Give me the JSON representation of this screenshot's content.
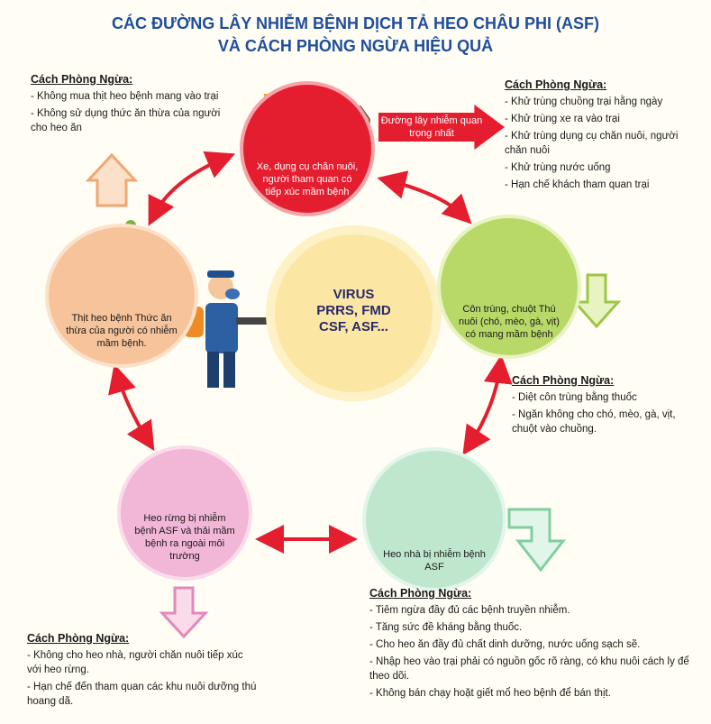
{
  "title": {
    "line1": "CÁC ĐƯỜNG LÂY NHIỄM BỆNH DỊCH TẢ HEO CHÂU PHI (ASF)",
    "line2": "VÀ CÁCH PHÒNG NGỪA HIỆU QUẢ"
  },
  "center": {
    "line1": "VIRUS",
    "line2": "PRRS, FMD",
    "line3": "CSF, ASF..."
  },
  "banner": {
    "text": "Đường lây nhiễm quan trọng nhất"
  },
  "nodes": {
    "vehicles": "Xe, dụng cụ chăn nuôi, người tham quan có tiếp xúc mầm bệnh",
    "animals": "Côn trùng, chuột Thú nuôi (chó, mèo, gà, vịt) có mang mầm bệnh",
    "meat": "Thịt heo bệnh Thức ăn thừa của người có nhiễm mầm bệnh.",
    "boar": "Heo rừng bị nhiễm bệnh ASF và thải mầm bệnh ra ngoài môi trường",
    "pig": "Heo nhà bị nhiễm bệnh ASF"
  },
  "prevention": {
    "top_left": {
      "heading": "Cách Phòng Ngừa:",
      "items": [
        "Không mua thịt heo bệnh mang vào trại",
        "Không sử dụng thức ăn thừa của người cho heo ăn"
      ]
    },
    "top_right": {
      "heading": "Cách Phòng Ngừa:",
      "items": [
        "Khử trùng chuồng trại hằng ngày",
        "Khử trùng xe ra vào trại",
        "Khử trùng dụng cụ chăn nuôi, người chăn nuôi",
        "Khử trùng nước uống",
        "Hạn chế khách tham quan trại"
      ]
    },
    "mid_right": {
      "heading": "Cách Phòng Ngừa:",
      "items": [
        "Diệt côn trùng bằng thuốc",
        "Ngăn không cho chó, mèo, gà, vịt, chuột vào chuồng."
      ]
    },
    "bottom_left": {
      "heading": "Cách Phòng Ngừa:",
      "items": [
        "Không cho heo nhà, người chăn nuôi tiếp xúc với heo rừng.",
        "Hạn chế đến tham quan các khu nuôi dưỡng thú hoang dã."
      ]
    },
    "bottom_right": {
      "heading": "Cách Phòng Ngừa:",
      "items": [
        "Tiêm ngừa đầy đủ các bệnh truyền nhiễm.",
        "Tăng sức đề kháng bằng thuốc.",
        "Cho heo ăn đầy đủ chất dinh dưỡng, nước uống sạch sẽ.",
        "Nhập heo vào trại phải có nguồn gốc rõ ràng, có khu nuôi cách ly để theo dõi.",
        "Không bán chạy hoặt giết mổ heo bệnh để bán thịt."
      ]
    }
  },
  "colors": {
    "title": "#1f4e9c",
    "red": "#e41e2f",
    "green": "#b8d968",
    "peach": "#f6c39a",
    "pink": "#f2b6d6",
    "mint": "#bfe7ce"
  },
  "icons": [
    "truck-icon",
    "worker-icon",
    "dog-icon",
    "cat-icon",
    "fly-icon",
    "trash-bin-icon",
    "bacon-icon",
    "boar-icon",
    "pig-icon",
    "sprayer-worker-icon"
  ]
}
